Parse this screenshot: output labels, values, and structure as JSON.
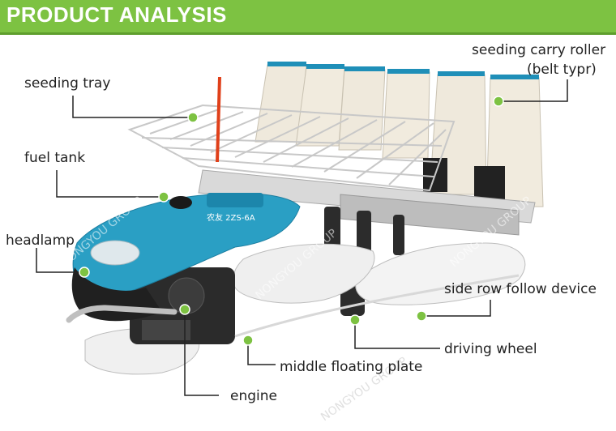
{
  "header": {
    "title": "PRODUCT ANALYSIS"
  },
  "watermark": "NONGYOU GROUP",
  "machine_badge": "农友 2ZS-6A",
  "labels": {
    "seeding_tray": "seeding tray",
    "seeding_carry_roller_1": "seeding carry roller",
    "seeding_carry_roller_2": "(belt typr)",
    "fuel_tank": "fuel tank",
    "headlamp": "headlamp",
    "side_row_follow_device": "side row follow device",
    "driving_wheel": "driving wheel",
    "middle_floating_plate": "middle floating plate",
    "engine": "engine"
  },
  "colors": {
    "banner": "#7dc242",
    "leader": "#222222",
    "dot": "#7dc242",
    "machine_body": "#2a9fc4"
  }
}
